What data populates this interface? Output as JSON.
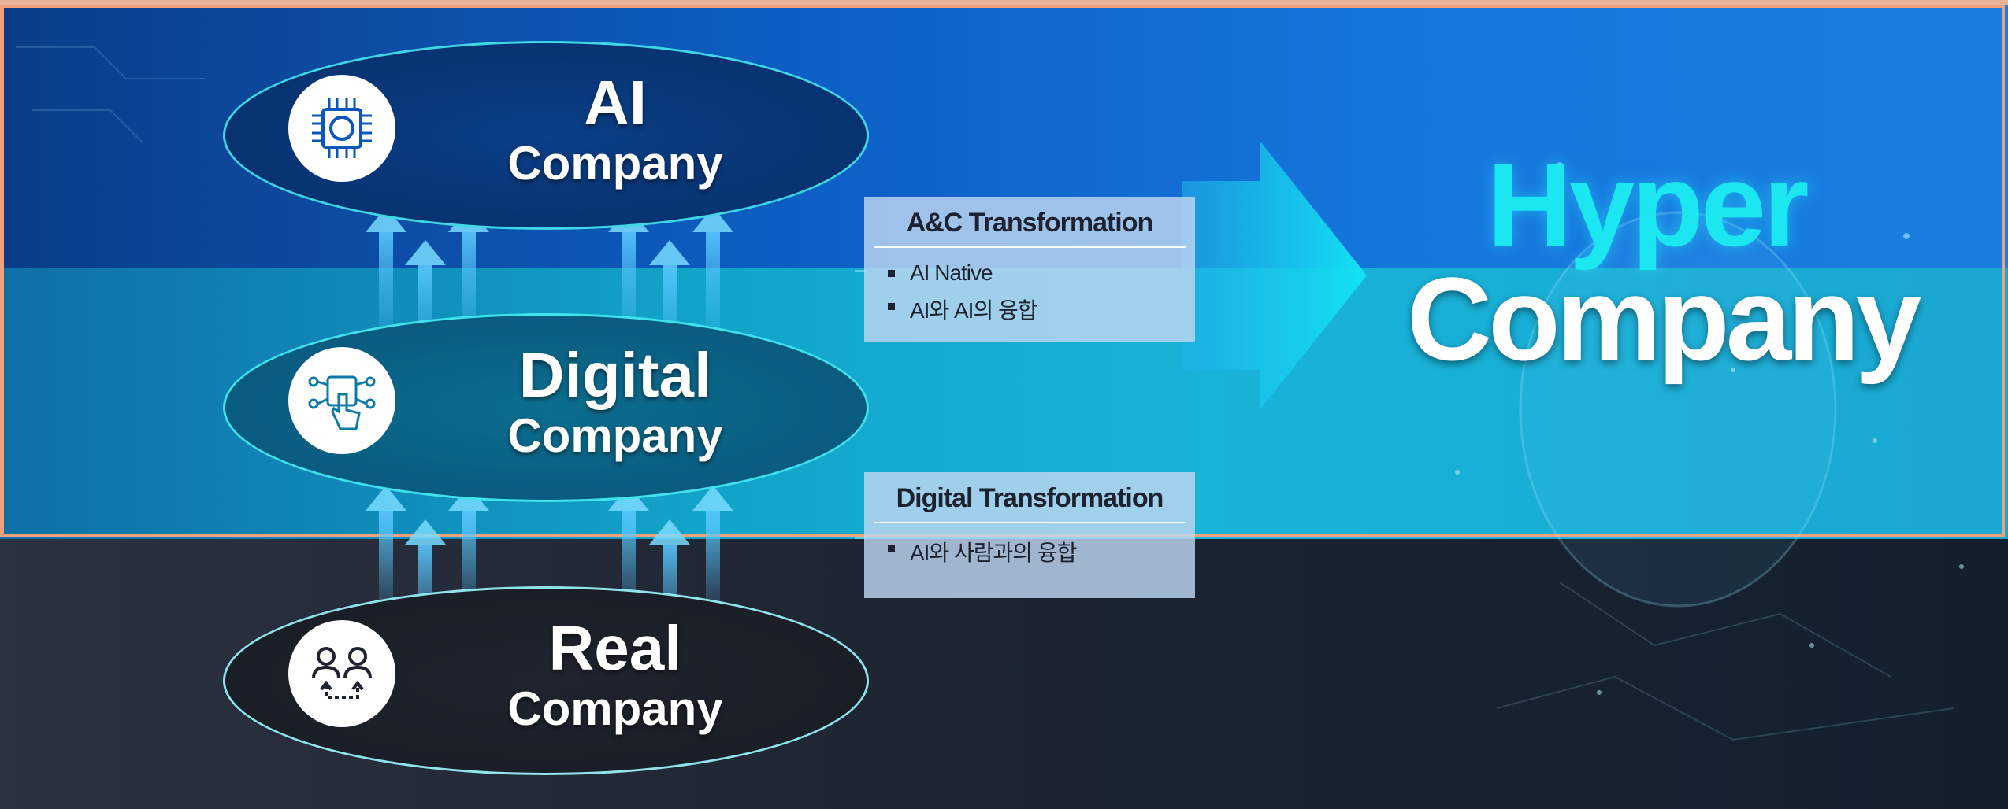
{
  "ai_company": {
    "line1": "AI",
    "line2": "Company",
    "icon": "ai-chip-icon"
  },
  "digital_company": {
    "line1": "Digital",
    "line2": "Company",
    "icon": "touch-network-icon"
  },
  "real_company": {
    "line1": "Real",
    "line2": "Company",
    "icon": "people-exchange-icon"
  },
  "ac_box": {
    "title": "A&C Transformation",
    "items": [
      "AI Native",
      "AI와 AI의 융합"
    ]
  },
  "digital_box": {
    "title": "Digital Transformation",
    "items": [
      "AI와 사람과의 융합"
    ]
  },
  "hyper": {
    "line1": "Hyper",
    "line2": "Company"
  },
  "colors": {
    "accent_cyan": "#1ce6f0",
    "frame": "#f2a27a",
    "top_band": "#0d5fc4",
    "mid_band": "#12a4c9",
    "bottom_band": "#1f2634"
  }
}
